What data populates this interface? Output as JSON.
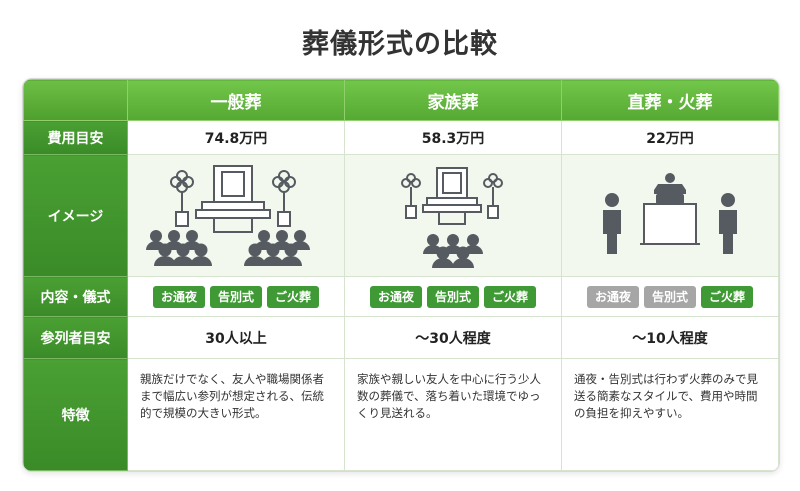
{
  "title": "葬儀形式の比較",
  "columns": [
    "一般葬",
    "家族葬",
    "直葬・火葬"
  ],
  "row_labels": {
    "cost": "費用目安",
    "image": "イメージ",
    "content": "内容・儀式",
    "attendees": "参列者目安",
    "features": "特徴"
  },
  "cost": [
    "74.8万円",
    "58.3万円",
    "22万円"
  ],
  "content": {
    "general": [
      {
        "label": "お通夜",
        "active": true
      },
      {
        "label": "告別式",
        "active": true
      },
      {
        "label": "ご火葬",
        "active": true
      }
    ],
    "family": [
      {
        "label": "お通夜",
        "active": true
      },
      {
        "label": "告別式",
        "active": true
      },
      {
        "label": "ご火葬",
        "active": true
      }
    ],
    "direct": [
      {
        "label": "お通夜",
        "active": false
      },
      {
        "label": "告別式",
        "active": false
      },
      {
        "label": "ご火葬",
        "active": true
      }
    ]
  },
  "attendees": [
    "30人以上",
    "〜30人程度",
    "〜10人程度"
  ],
  "features": [
    "親族だけでなく、友人や職場関係者まで幅広い参列が想定される、伝統的で規模の大きい形式。",
    "家族や親しい友人を中心に行う少人数の葬儀で、落ち着いた環境でゆっくり見送れる。",
    "通夜・告別式は行わず火葬のみで見送る簡素なスタイルで、費用や時間の負担を抑えやすい。"
  ],
  "colors": {
    "header_green": "#5bb03a",
    "row_header_green": "#429a2f",
    "badge_active": "#3f9a35",
    "badge_inactive": "#a6a6a6",
    "icon_gray": "#555b60"
  },
  "icons": [
    "altar-icon",
    "people-group-icon",
    "urn-icon",
    "person-icon"
  ]
}
